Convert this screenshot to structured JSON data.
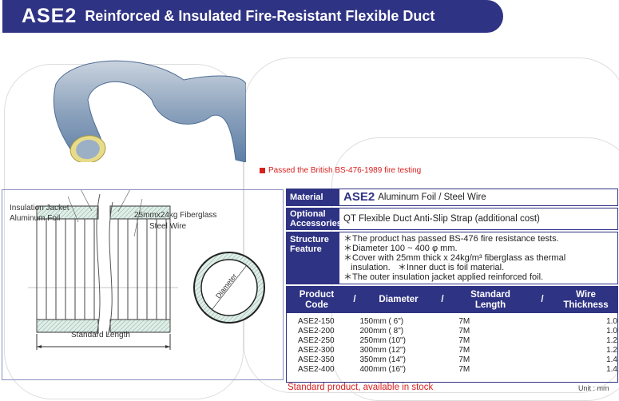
{
  "header": {
    "code": "ASE2",
    "title": "Reinforced & Insulated Fire-Resistant Flexible Duct"
  },
  "certification": "Passed the British BS-476-1989 fire testing",
  "diagram": {
    "insulation_jacket": "Insulation Jacket",
    "aluminum_foil": "Aluminum Foil",
    "fiberglass": "25mmx24kg Fiberglass",
    "steel_wire": "Steel Wire",
    "standard_length": "Standard Length",
    "diameter": "Diameter"
  },
  "spec": {
    "material_label": "Material",
    "material_code": "ASE2",
    "material_value": "Aluminum Foil / Steel Wire",
    "accessories_label": [
      "Optional",
      "Accessories"
    ],
    "accessories_value": "QT  Flexible Duct Anti-Slip Strap (additional cost)",
    "structure_label": [
      "Structure",
      "Feature"
    ],
    "structure_lines": [
      "＊The product has passed BS-476 fire resistance tests.",
      "＊Diameter 100 ~ 400 φ mm.",
      "＊Cover with 25mm thick x 24kg/m³ fiberglass as thermal",
      "   insulation.   ＊Inner duct is foil material.",
      "＊The outer insulation jacket applied reinforced foil."
    ]
  },
  "table": {
    "headers": [
      [
        "Product",
        "Code"
      ],
      [
        "Diameter"
      ],
      [
        "Standard",
        "Length"
      ],
      [
        "Wire",
        "Thickness"
      ]
    ],
    "separator": "/",
    "rows": [
      [
        "ASE2-150",
        "150mm ( 6\")",
        "7M",
        "1.0"
      ],
      [
        "ASE2-200",
        "200mm ( 8\")",
        "7M",
        "1.0"
      ],
      [
        "ASE2-250",
        "250mm (10\")",
        "7M",
        "1.2"
      ],
      [
        "ASE2-300",
        "300mm (12\")",
        "7M",
        "1.2"
      ],
      [
        "ASE2-350",
        "350mm (14\")",
        "7M",
        "1.4"
      ],
      [
        "ASE2-400",
        "400mm (16\")",
        "7M",
        "1.4"
      ]
    ]
  },
  "footer": {
    "stock": "Standard product, available in stock",
    "unit": "Unit : mm"
  },
  "colors": {
    "brand": "#2f3384",
    "accent": "#d8201e"
  }
}
